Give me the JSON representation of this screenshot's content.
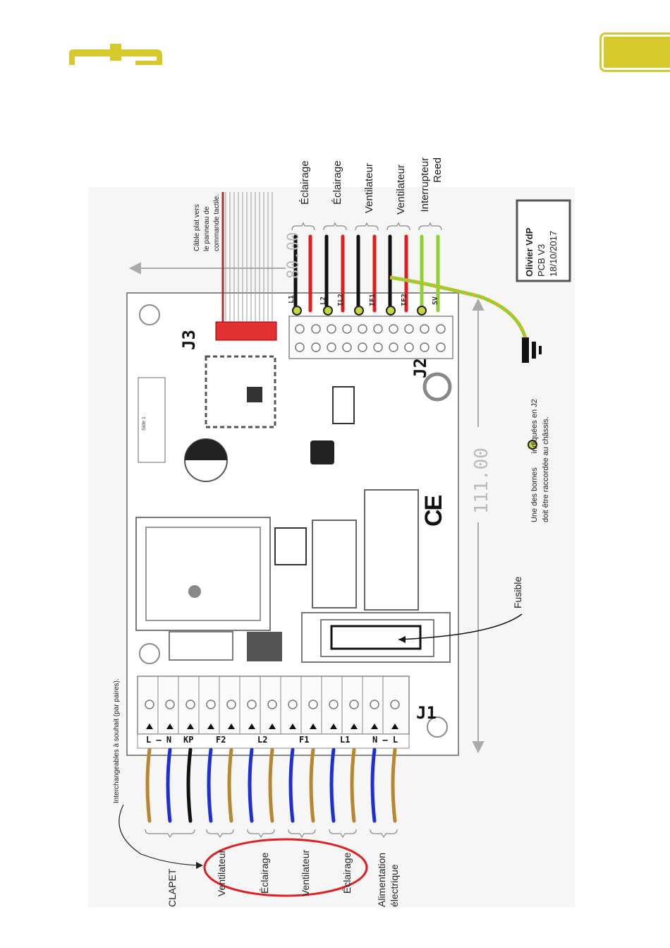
{
  "colors": {
    "brand_yellow": "#d6c92e",
    "wire_brown": "#b8862e",
    "wire_blue": "#1f2fd1",
    "wire_black": "#111111",
    "wire_red": "#e01e1e",
    "wire_green": "#8ed130",
    "highlight_red": "#e02020",
    "pcb_line": "#8a8a8a"
  },
  "ribbon_cable": {
    "label_lines": [
      "Câble plat vers",
      "le panneau de",
      "commande tactile."
    ],
    "connector": "J3"
  },
  "j2": {
    "connector": "J2",
    "pin_labels": [
      "L1",
      "L2",
      "IL2",
      "IF1",
      "IF2",
      "SV"
    ],
    "groups": [
      "Éclairage",
      "Éclairage",
      "Ventilateur",
      "Ventilateur",
      "Interrupteur Reed"
    ]
  },
  "stamp": {
    "lines": [
      "Olivier VdP",
      "PCB V3",
      "18/10/2017"
    ]
  },
  "dimensions": {
    "top": "80.00",
    "right": "111.00"
  },
  "marking": {
    "ce": "CE",
    "side_label": "Side 1"
  },
  "ground_note": {
    "line1_a": "Une des bornes",
    "line1_b": "indiquées en J2",
    "line2": "doit être raccordée au châssis."
  },
  "fuse": {
    "label": "Fusible"
  },
  "j1": {
    "connector": "J1",
    "terminal_labels": [
      "L – N",
      "KP",
      "F2",
      "L2",
      "F1",
      "L1",
      "N – L"
    ],
    "group_labels": [
      "CLAPET",
      "Ventilateur",
      "Éclairage",
      "Ventilateur",
      "Éclairage",
      "Alimentation électrique"
    ],
    "note": "Interchangeables à souhait (par paires)."
  }
}
